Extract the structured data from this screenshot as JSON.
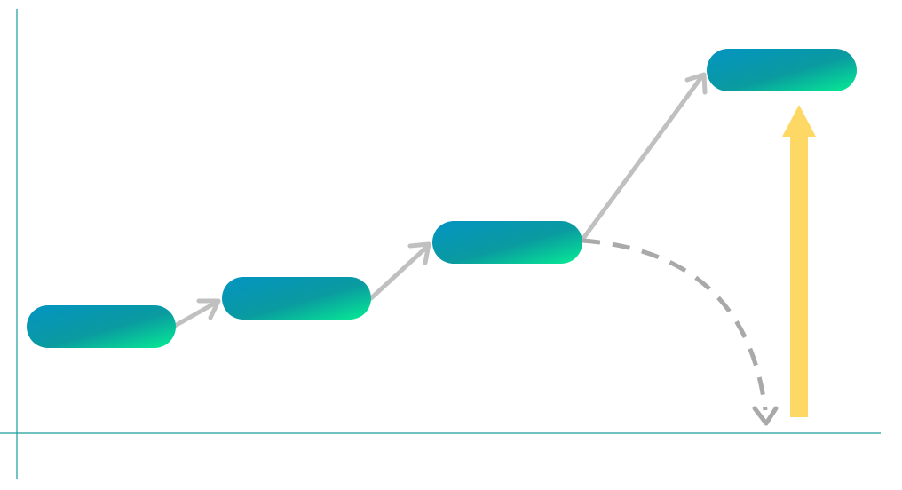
{
  "diagram": {
    "colors": {
      "axis": "#1a9c9a",
      "arrow": "#c0c0c0",
      "dashed_arrow": "#a9a9a9",
      "jump_arrow": "#fdd865",
      "pill_gradient_start": "#0394c2",
      "pill_gradient_mid": "#0a9aa0",
      "pill_gradient_end": "#06ed94"
    },
    "steps": [
      {
        "label": "",
        "level": 1
      },
      {
        "label": "",
        "level": 2
      },
      {
        "label": "",
        "level": 3
      },
      {
        "label": "",
        "level": 4
      }
    ],
    "icons": {
      "up_arrow": "up-arrow-icon",
      "dashed_drop": "dashed-curved-arrow-icon"
    }
  }
}
